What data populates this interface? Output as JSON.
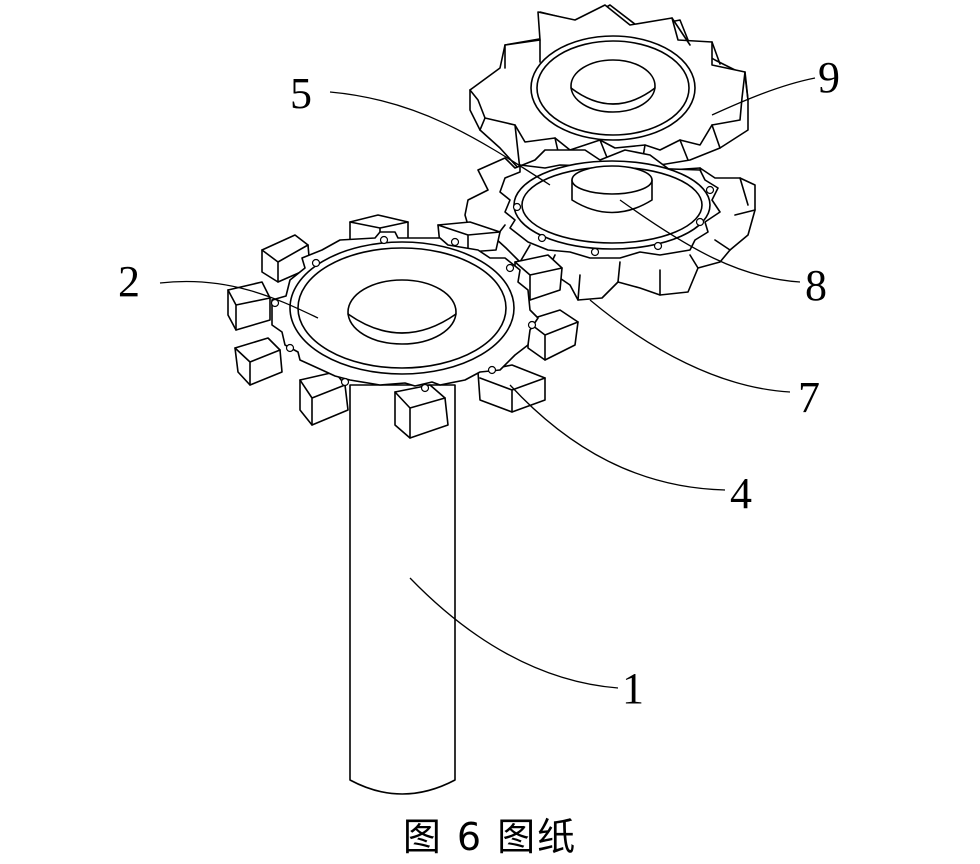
{
  "figure": {
    "caption": "图 6  图纸"
  },
  "labels": {
    "rod": "1",
    "lower_disc": "2",
    "lower_teeth": "4",
    "upper_disc": "5",
    "small_gear_teeth": "7",
    "small_gear_hub": "8",
    "top_gear": "9"
  }
}
